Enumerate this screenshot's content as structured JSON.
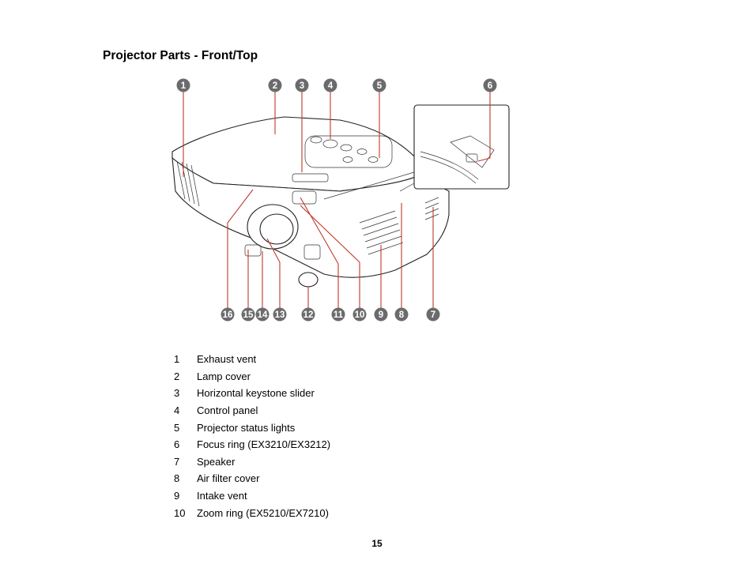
{
  "title": "Projector Parts - Front/Top",
  "callouts": {
    "top": [
      "1",
      "2",
      "3",
      "4",
      "5",
      "6"
    ],
    "bottom": [
      "16",
      "15",
      "14",
      "13",
      "12",
      "11",
      "10",
      "9",
      "8",
      "7"
    ]
  },
  "parts": [
    {
      "number": "1",
      "label": "Exhaust vent"
    },
    {
      "number": "2",
      "label": "Lamp cover"
    },
    {
      "number": "3",
      "label": "Horizontal keystone slider"
    },
    {
      "number": "4",
      "label": "Control panel"
    },
    {
      "number": "5",
      "label": "Projector status lights"
    },
    {
      "number": "6",
      "label": "Focus ring (EX3210/EX3212)"
    },
    {
      "number": "7",
      "label": "Speaker"
    },
    {
      "number": "8",
      "label": "Air filter cover"
    },
    {
      "number": "9",
      "label": "Intake vent"
    },
    {
      "number": "10",
      "label": "Zoom ring (EX5210/EX7210)"
    }
  ],
  "page_number": "15",
  "colors": {
    "leader_line": "#c0392b",
    "callout_fill": "#6b6b6b"
  }
}
